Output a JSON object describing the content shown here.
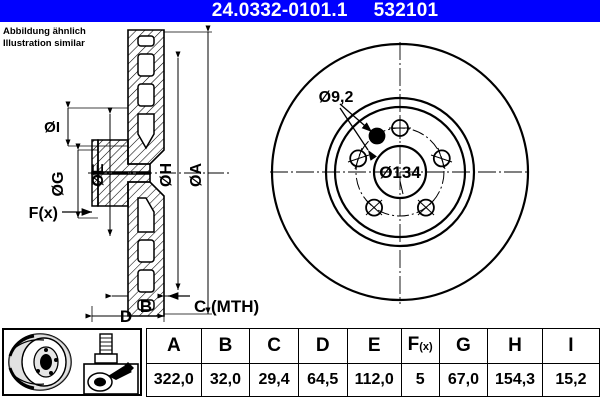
{
  "header": {
    "part_number": "24.0332-0101.1",
    "reference_number": "532101",
    "background_color": "#0000ff",
    "text_color": "#ffffff"
  },
  "note": {
    "line_de": "Abbildung ähnlich",
    "line_en": "Illustration similar"
  },
  "section_view": {
    "labels": {
      "dia_i": "ØI",
      "dia_g": "ØG",
      "dia_e": "ØE",
      "dia_h": "ØH",
      "dia_a": "ØA",
      "force": "F(x)",
      "b": "B",
      "c": "C (MTH)",
      "d": "D"
    }
  },
  "front_view": {
    "labels": {
      "hole_dia": "Ø9,2",
      "bolt_circle": "Ø134"
    },
    "bolt_hole_count": 5
  },
  "icons": [
    {
      "name": "brake-disc-icon",
      "label": "brake disc"
    },
    {
      "name": "bolt-icon",
      "label": "mounting bolt"
    },
    {
      "name": "torque-tool-icon",
      "label": "torque tool"
    }
  ],
  "spec_table": {
    "columns": [
      "A",
      "B",
      "C",
      "D",
      "E",
      "F(x)",
      "G",
      "H",
      "I"
    ],
    "values": [
      "322,0",
      "32,0",
      "29,4",
      "64,5",
      "112,0",
      "5",
      "67,0",
      "154,3",
      "15,2"
    ],
    "widths": [
      56,
      52,
      52,
      52,
      56,
      38,
      52,
      56,
      66
    ]
  }
}
